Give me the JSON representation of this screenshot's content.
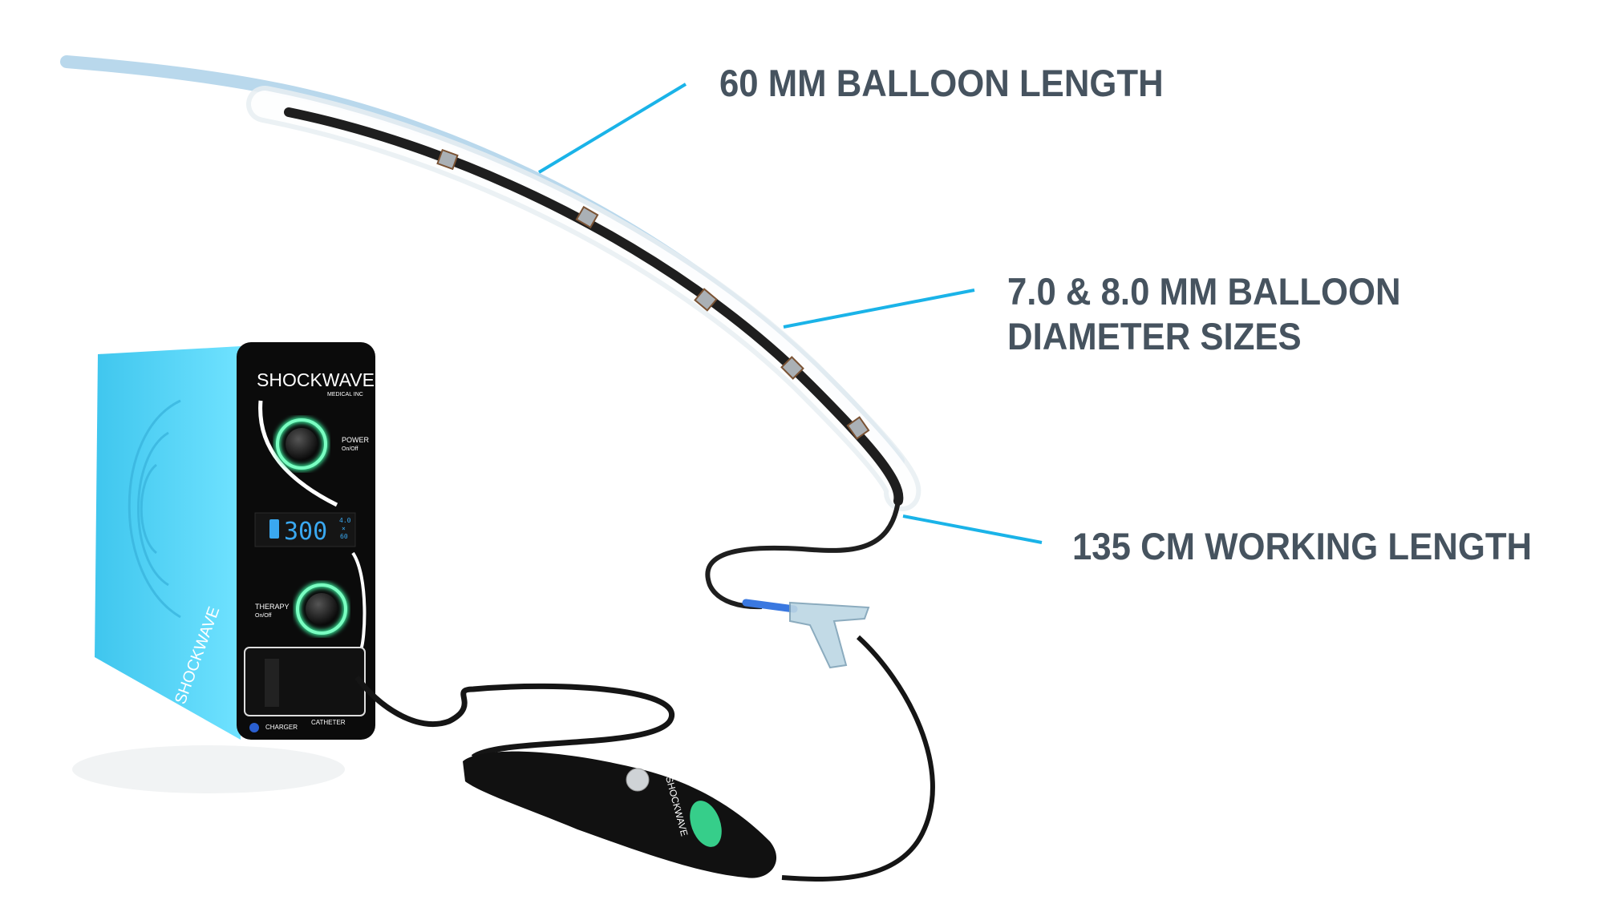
{
  "callouts": {
    "balloon_length": "60 MM BALLOON LENGTH",
    "diameter_line1": "7.0 & 8.0 MM BALLOON",
    "diameter_line2": "DIAMETER SIZES",
    "working_length": "135 CM WORKING LENGTH"
  },
  "console": {
    "brand": "SHOCKWAVE",
    "brand_sub": "MEDICAL INC",
    "power_label": "POWER",
    "power_sub": "On/Off",
    "display_value": "300",
    "display_size_top": "4.0",
    "display_size_x": "×",
    "display_size_bottom": "60",
    "therapy_label": "THERAPY",
    "therapy_sub": "On/Off",
    "charger_label": "CHARGER",
    "catheter_label": "CATHETER",
    "side_brand": "SHOCKWAVE"
  },
  "handle": {
    "brand": "SHOCKWAVE"
  },
  "colors": {
    "callout_text": "#46535f",
    "leader_line": "#1ab3e8",
    "console_side": "#4fd3f5",
    "glow": "#3df0a0",
    "display_text": "#3aa8f0"
  }
}
